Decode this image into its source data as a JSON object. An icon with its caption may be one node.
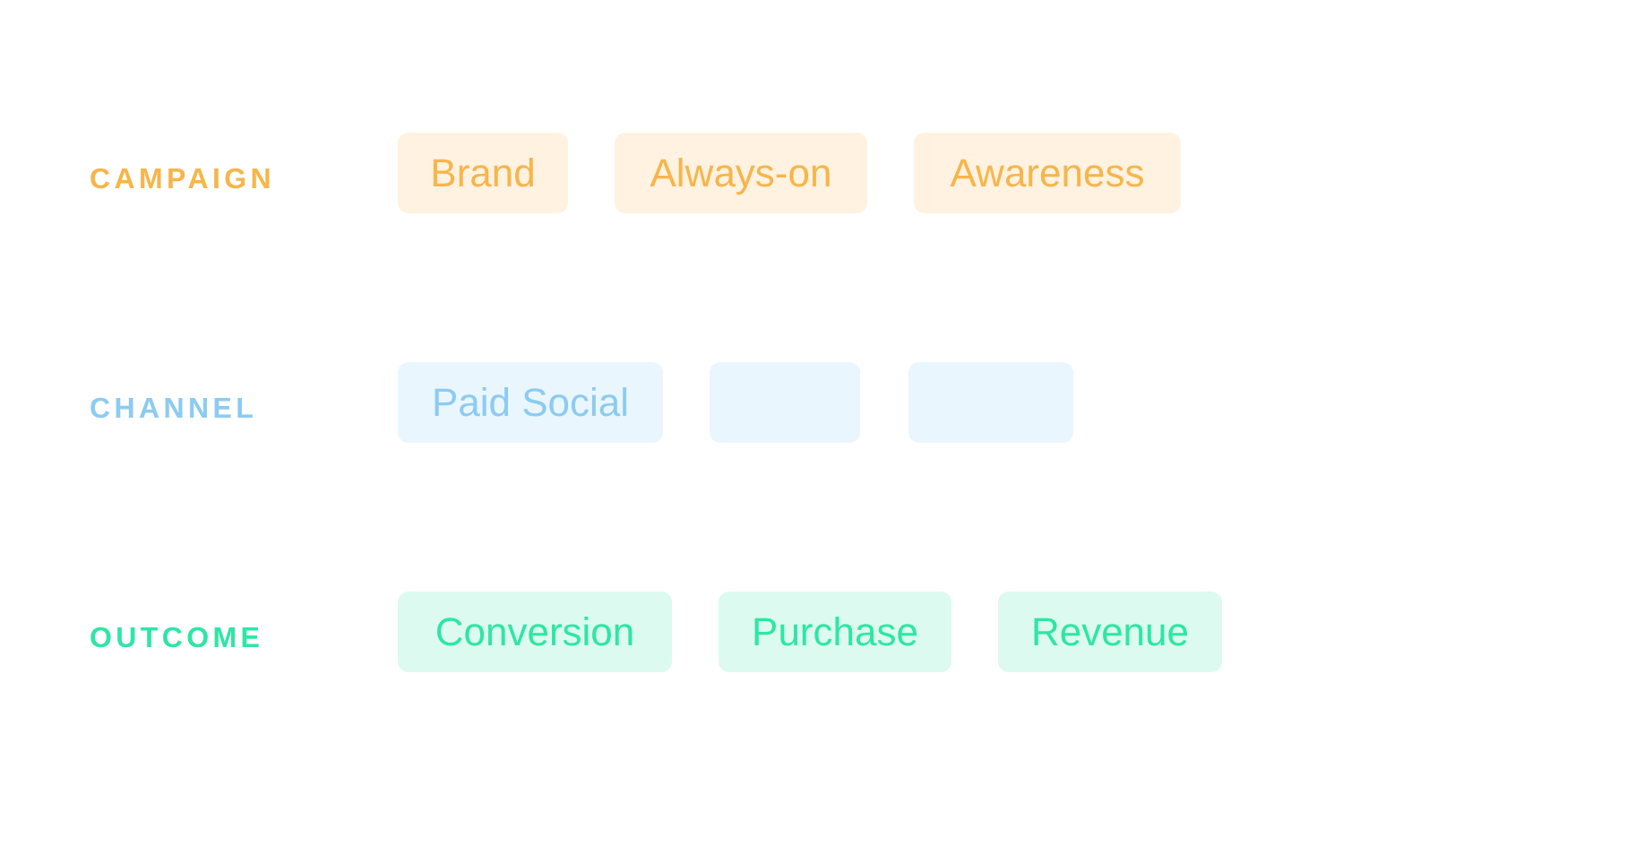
{
  "diagram": {
    "nodes": [
      {
        "text": [
          "Brand"
        ]
      },
      {
        "text": [
          "Always-on"
        ]
      },
      {
        "text": [
          "Awareness"
        ]
      },
      {
        "text": [
          "Paid Social"
        ]
      },
      {
        "text": [],
        "shape": "box"
      },
      {
        "text": [],
        "shape": "box"
      },
      {
        "text": [
          "Conversion"
        ]
      },
      {
        "text": [
          "Purchase"
        ]
      },
      {
        "text": [
          "Revenue"
        ]
      }
    ],
    "labels": [
      "CAMPAIGN",
      "CHANNEL",
      "OUTCOME"
    ]
  }
}
